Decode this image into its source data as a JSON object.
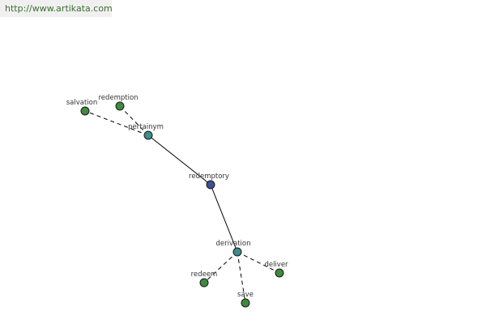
{
  "header": {
    "url_text": "http://www.artikata.com",
    "url_color": "#3c6e2c"
  },
  "graph": {
    "colors": {
      "root": "#3e4f97",
      "relation": "#3e8c8c",
      "leaf": "#3f8a3f"
    },
    "nodes": [
      {
        "id": "salvation",
        "label": "salvation",
        "kind": "leaf"
      },
      {
        "id": "redemption",
        "label": "redemption",
        "kind": "leaf"
      },
      {
        "id": "pertainym",
        "label": "pertainym",
        "kind": "relation"
      },
      {
        "id": "redemptory",
        "label": "redemptory",
        "kind": "root"
      },
      {
        "id": "derivation",
        "label": "derivation",
        "kind": "relation"
      },
      {
        "id": "redeem",
        "label": "redeem",
        "kind": "leaf"
      },
      {
        "id": "save",
        "label": "save",
        "kind": "leaf"
      },
      {
        "id": "deliver",
        "label": "deliver",
        "kind": "leaf"
      }
    ],
    "edges": [
      {
        "from": "redemptory",
        "to": "pertainym",
        "style": "solid"
      },
      {
        "from": "redemptory",
        "to": "derivation",
        "style": "solid"
      },
      {
        "from": "pertainym",
        "to": "salvation",
        "style": "dashed"
      },
      {
        "from": "pertainym",
        "to": "redemption",
        "style": "dashed"
      },
      {
        "from": "derivation",
        "to": "redeem",
        "style": "dashed"
      },
      {
        "from": "derivation",
        "to": "save",
        "style": "dashed"
      },
      {
        "from": "derivation",
        "to": "deliver",
        "style": "dashed"
      }
    ]
  }
}
